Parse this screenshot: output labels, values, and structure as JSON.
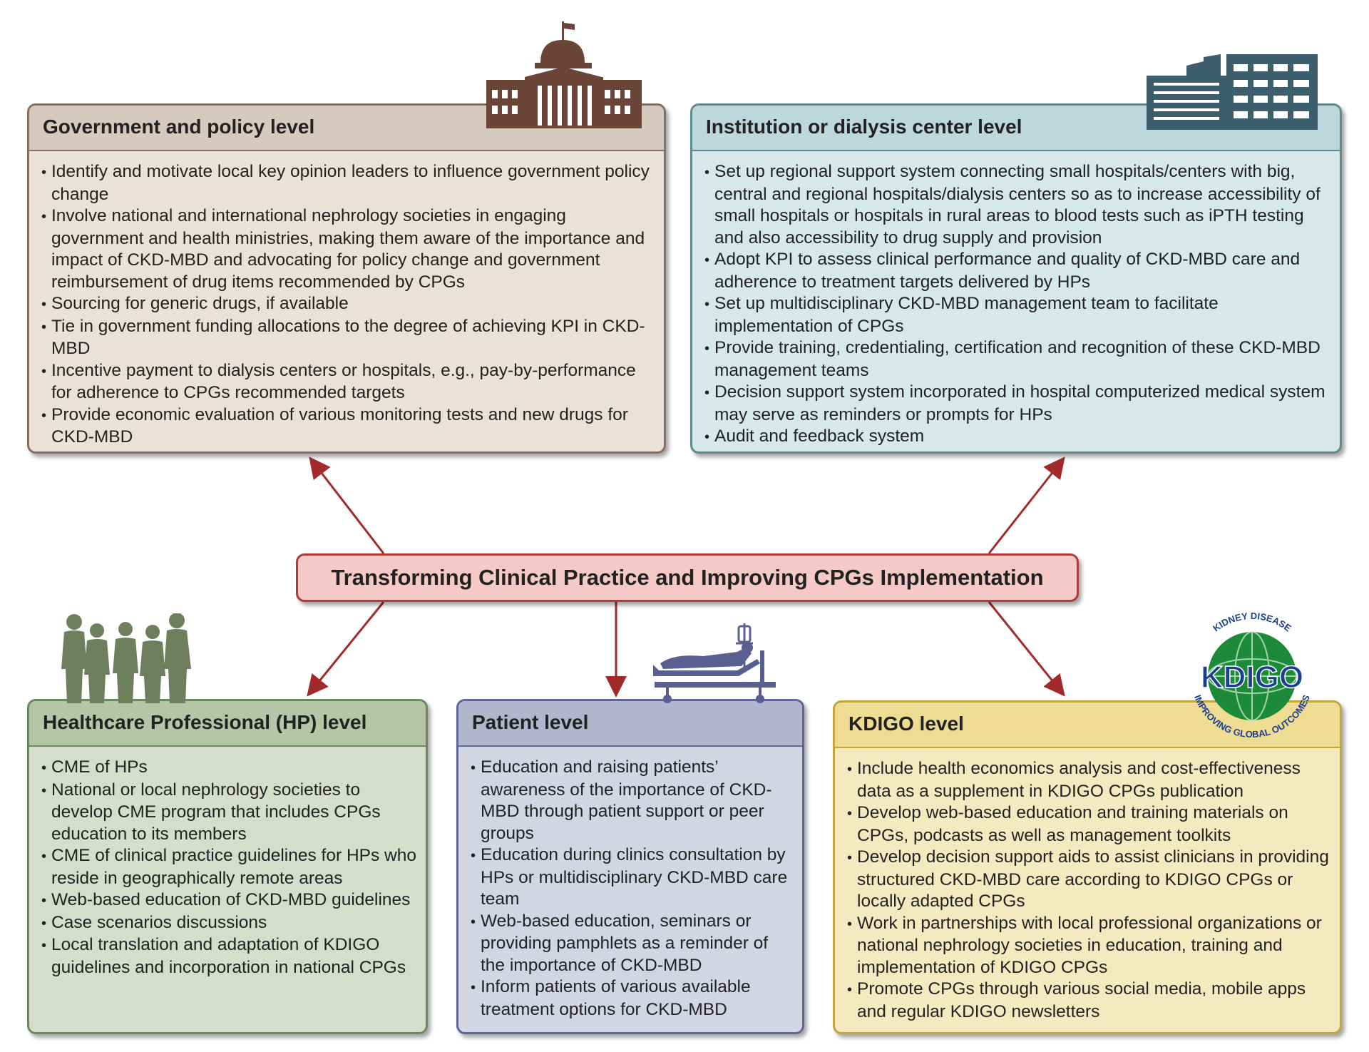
{
  "center": {
    "title": "Transforming Clinical Practice and Improving CPGs Implementation"
  },
  "government": {
    "title": "Government and policy level",
    "items": [
      "Identify and motivate local key opinion leaders to influence government policy change",
      "Involve national and international nephrology societies in engaging government and health ministries, making them aware of the importance and impact of CKD-MBD and advocating for policy change and government reimbursement of drug items recommended by CPGs",
      "Sourcing for generic drugs, if available",
      "Tie in government funding allocations to the degree of achieving KPI in CKD-MBD",
      "Incentive payment to dialysis centers or hospitals, e.g., pay-by-performance for adherence to CPGs recommended targets",
      "Provide economic evaluation of various monitoring tests and new drugs for CKD-MBD"
    ]
  },
  "institution": {
    "title": "Institution or dialysis center level",
    "items": [
      "Set up regional support system connecting small hospitals/centers with big, central and regional hospitals/dialysis centers so as to increase accessibility of small hospitals or hospitals in rural areas to blood tests such as iPTH testing and also accessibility to drug supply and provision",
      "Adopt KPI to assess clinical performance and quality of CKD-MBD care and adherence to treatment targets delivered by HPs",
      "Set up multidisciplinary CKD-MBD management team to facilitate implementation of CPGs",
      "Provide training, credentialing, certification and recognition of these CKD-MBD management teams",
      "Decision support system incorporated in hospital computerized medical system may serve as reminders or prompts for HPs",
      "Audit and feedback system"
    ]
  },
  "healthcare": {
    "title": "Healthcare Professional (HP) level",
    "items": [
      "CME of HPs",
      "National or local nephrology societies to develop CME program that includes CPGs education to its members",
      "CME of clinical practice guidelines for HPs who reside in geographically remote areas",
      "Web-based education of CKD-MBD guidelines",
      "Case scenarios discussions",
      "Local translation and adaptation of KDIGO guidelines and incorporation in national CPGs"
    ]
  },
  "patient": {
    "title": "Patient level",
    "items": [
      "Education and raising patients’ awareness of the importance of CKD-MBD through patient support or peer groups",
      "Education during clinics consultation by HPs or multidisciplinary CKD-MBD care team",
      "Web-based education, seminars or providing pamphlets as a reminder of the importance of CKD-MBD",
      "Inform patients of various available treatment options for CKD-MBD"
    ]
  },
  "kdigo": {
    "title": "KDIGO level",
    "items": [
      "Include health economics analysis and cost-effectiveness data as a supplement in KDIGO CPGs publication",
      "Develop web-based education and training materials on CPGs, podcasts as well as management toolkits",
      "Develop decision support aids to assist clinicians in providing structured CKD-MBD care according to KDIGO CPGs or locally adapted CPGs",
      "Work in partnerships with local professional organizations or national nephrology societies in education, training and implementation of KDIGO CPGs",
      "Promote CPGs through various social media, mobile apps and regular KDIGO newsletters"
    ]
  },
  "logo": {
    "text_top": "KIDNEY DISEASE",
    "text_bottom": "IMPROVING GLOBAL OUTCOMES",
    "mark": "KDIGO"
  },
  "colors": {
    "arrow": "#a32a2a",
    "government_icon": "#6b4538",
    "institution_icon": "#3d5e6c",
    "people_icon": "#6d7f5d",
    "bed_icon": "#5a5f92",
    "logo_green": "#1d8a3a",
    "logo_blue": "#1b3f8f"
  }
}
